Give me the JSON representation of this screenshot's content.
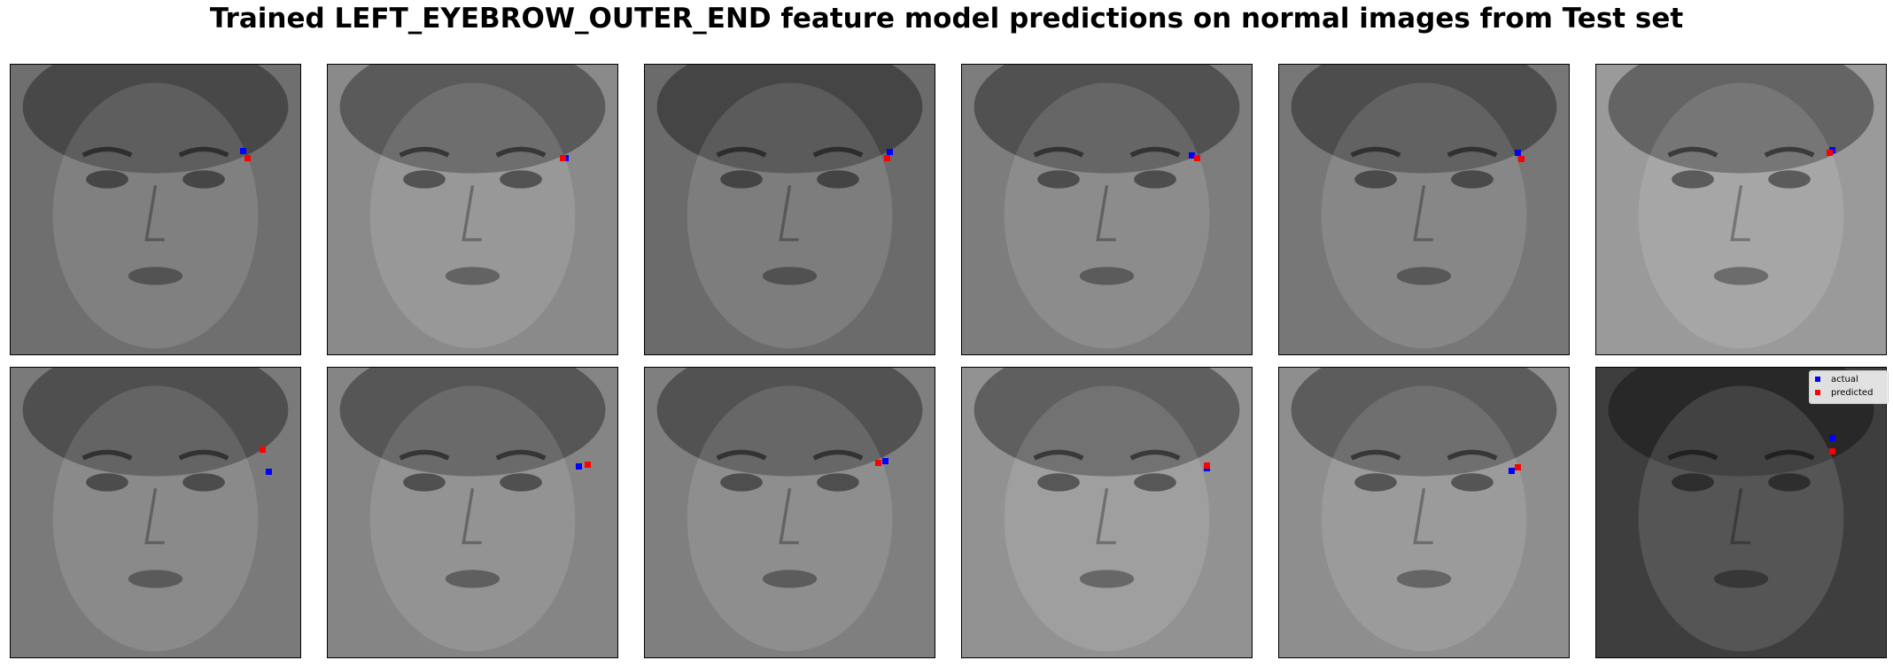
{
  "chart_data": {
    "type": "scatter",
    "title": "Trained LEFT_EYEBROW_OUTER_END feature model predictions on normal images from Test set",
    "grid": false,
    "xlim": [
      0,
      96
    ],
    "ylim": [
      96,
      0
    ],
    "legend": {
      "placement": "upper-right of last panel",
      "entries": [
        "actual",
        "predicted"
      ]
    },
    "colors": {
      "actual": "#0000ff",
      "predicted": "#ff0000"
    },
    "panels": [
      {
        "actual": [
          76.5,
          28.2
        ],
        "predicted": [
          77.8,
          30.5
        ]
      },
      {
        "actual": [
          78.3,
          30.5
        ],
        "predicted": [
          77.2,
          30.5
        ]
      },
      {
        "actual": [
          80.5,
          28.6
        ],
        "predicted": [
          79.7,
          30.6
        ]
      },
      {
        "actual": [
          75.5,
          29.7
        ],
        "predicted": [
          77.4,
          30.5
        ]
      },
      {
        "actual": [
          78.4,
          28.9
        ],
        "predicted": [
          79.7,
          30.9
        ]
      },
      {
        "actual": [
          77.5,
          27.9
        ],
        "predicted": [
          76.6,
          28.9
        ]
      },
      {
        "actual": [
          85.0,
          34.2
        ],
        "predicted": [
          82.8,
          26.8
        ]
      },
      {
        "actual": [
          82.7,
          32.3
        ],
        "predicted": [
          85.6,
          31.9
        ]
      },
      {
        "actual": [
          79.1,
          30.6
        ],
        "predicted": [
          76.7,
          31.1
        ]
      },
      {
        "actual": [
          80.6,
          33.1
        ],
        "predicted": [
          80.6,
          32.0
        ]
      },
      {
        "actual": [
          76.5,
          33.8
        ],
        "predicted": [
          78.6,
          32.8
        ]
      },
      {
        "actual": [
          77.5,
          23.0
        ],
        "predicted": [
          77.5,
          27.3
        ]
      }
    ]
  }
}
